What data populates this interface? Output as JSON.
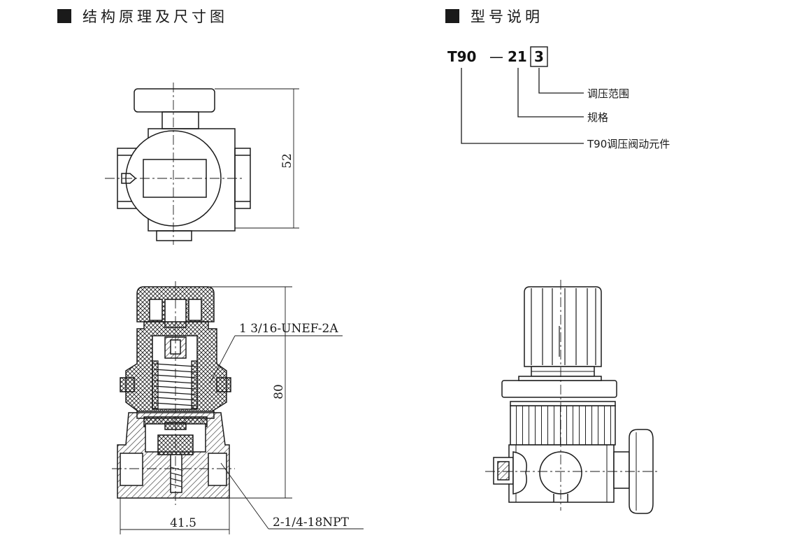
{
  "sections": {
    "structure_title": "结构原理及尺寸图",
    "model_title": "型号说明"
  },
  "dimensions": {
    "height_top": "52",
    "height_section": "80",
    "width_bottom": "41.5",
    "thread_upper": "1 3/16-UNEF-2A",
    "thread_port": "2-1/4-18NPT"
  },
  "model_code": {
    "series": "T90",
    "dash": "—",
    "spec": "21",
    "range_code": "3",
    "callouts": {
      "range": "调压范围",
      "spec": "规格",
      "series": "T90调压阀动元件"
    }
  }
}
